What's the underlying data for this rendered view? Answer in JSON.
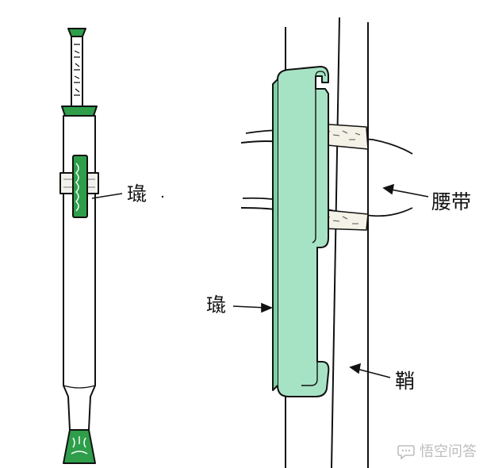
{
  "labels": {
    "left_zhi": "璏",
    "right_zhi": "璏",
    "belt": "腰带",
    "sheath": "鞘"
  },
  "watermark": {
    "text": "悟空问答",
    "icon": "chat-bubble-icon"
  },
  "colors": {
    "jade_green": "#2e9e4a",
    "jade_light": "#a6e3c4",
    "jade_dark": "#2f6b4f",
    "outline": "#111111"
  }
}
